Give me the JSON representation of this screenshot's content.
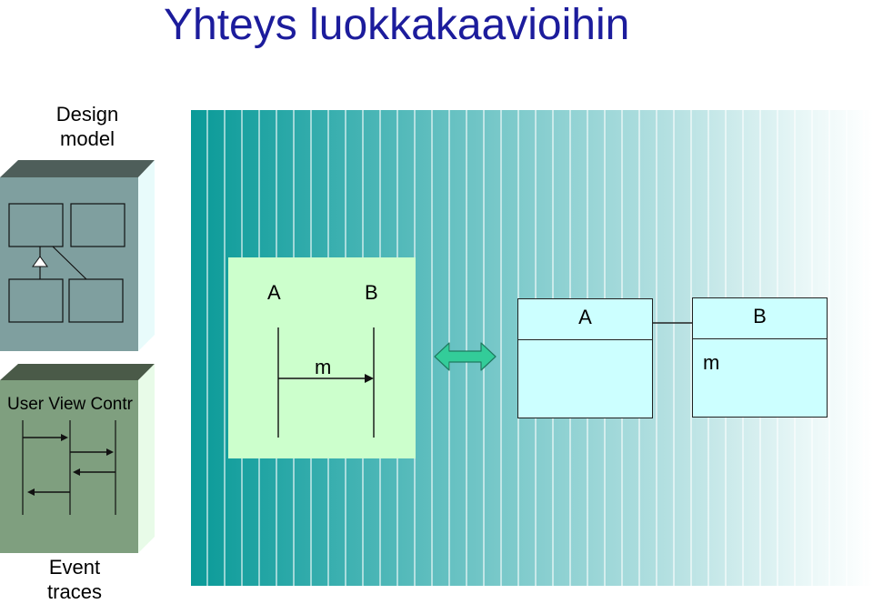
{
  "title": "Yhteys luokkakaavioihin",
  "design_model": {
    "label_line1": "Design",
    "label_line2": "model"
  },
  "event_traces": {
    "header": "User View Contr",
    "label_line1": "Event",
    "label_line2": "traces"
  },
  "sequence_diagram": {
    "object_a": "A",
    "object_b": "B",
    "message": "m"
  },
  "class_diagram": {
    "class_a": "A",
    "class_b": "B",
    "operation": "m"
  },
  "colors": {
    "title": "#1c1c9c",
    "sequence_panel": "#ccffcc",
    "class_fill": "#ccffff",
    "arrow": "#33cc99",
    "design_box_front": "#7f9f9f",
    "event_box_front": "#7f9f7f"
  }
}
